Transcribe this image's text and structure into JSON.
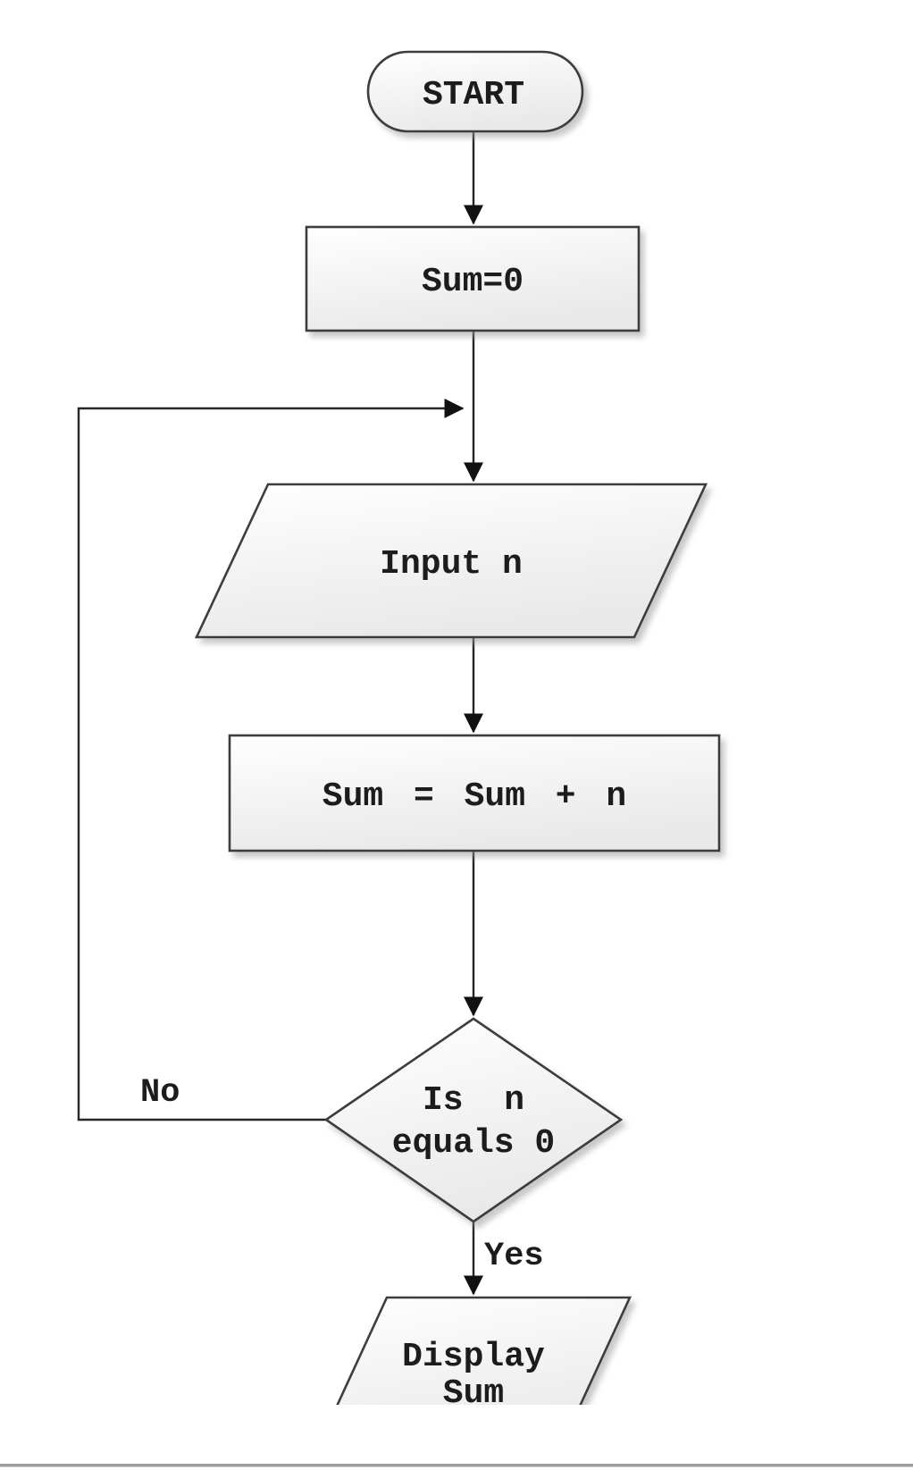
{
  "flowchart": {
    "nodes": {
      "start": {
        "type": "terminator",
        "label": "START"
      },
      "init": {
        "type": "process",
        "label": "Sum=0"
      },
      "input": {
        "type": "input-output",
        "label": "Input n"
      },
      "accumulate": {
        "type": "process",
        "label": "Sum = Sum + n"
      },
      "decision": {
        "type": "decision",
        "lines": [
          "Is  n",
          "equals 0"
        ]
      },
      "output": {
        "type": "input-output",
        "lines": [
          "Display",
          "Sum"
        ]
      }
    },
    "edges": [
      {
        "from": "start",
        "to": "init",
        "label": ""
      },
      {
        "from": "init",
        "to": "input",
        "label": ""
      },
      {
        "from": "input",
        "to": "accumulate",
        "label": ""
      },
      {
        "from": "accumulate",
        "to": "decision",
        "label": ""
      },
      {
        "from": "decision",
        "to": "input",
        "label": "No"
      },
      {
        "from": "decision",
        "to": "output",
        "label": "Yes"
      }
    ],
    "colors": {
      "background": "#ffffff",
      "shape_fill_top": "#ffffff",
      "shape_fill_bottom": "#e9e9e9",
      "shape_stroke": "#3d3d3d",
      "line": "#262626",
      "arrowhead": "#111111",
      "text": "#1c1c1c",
      "shadow": "#9a9a9a",
      "divider": "#9c9c9c"
    }
  }
}
